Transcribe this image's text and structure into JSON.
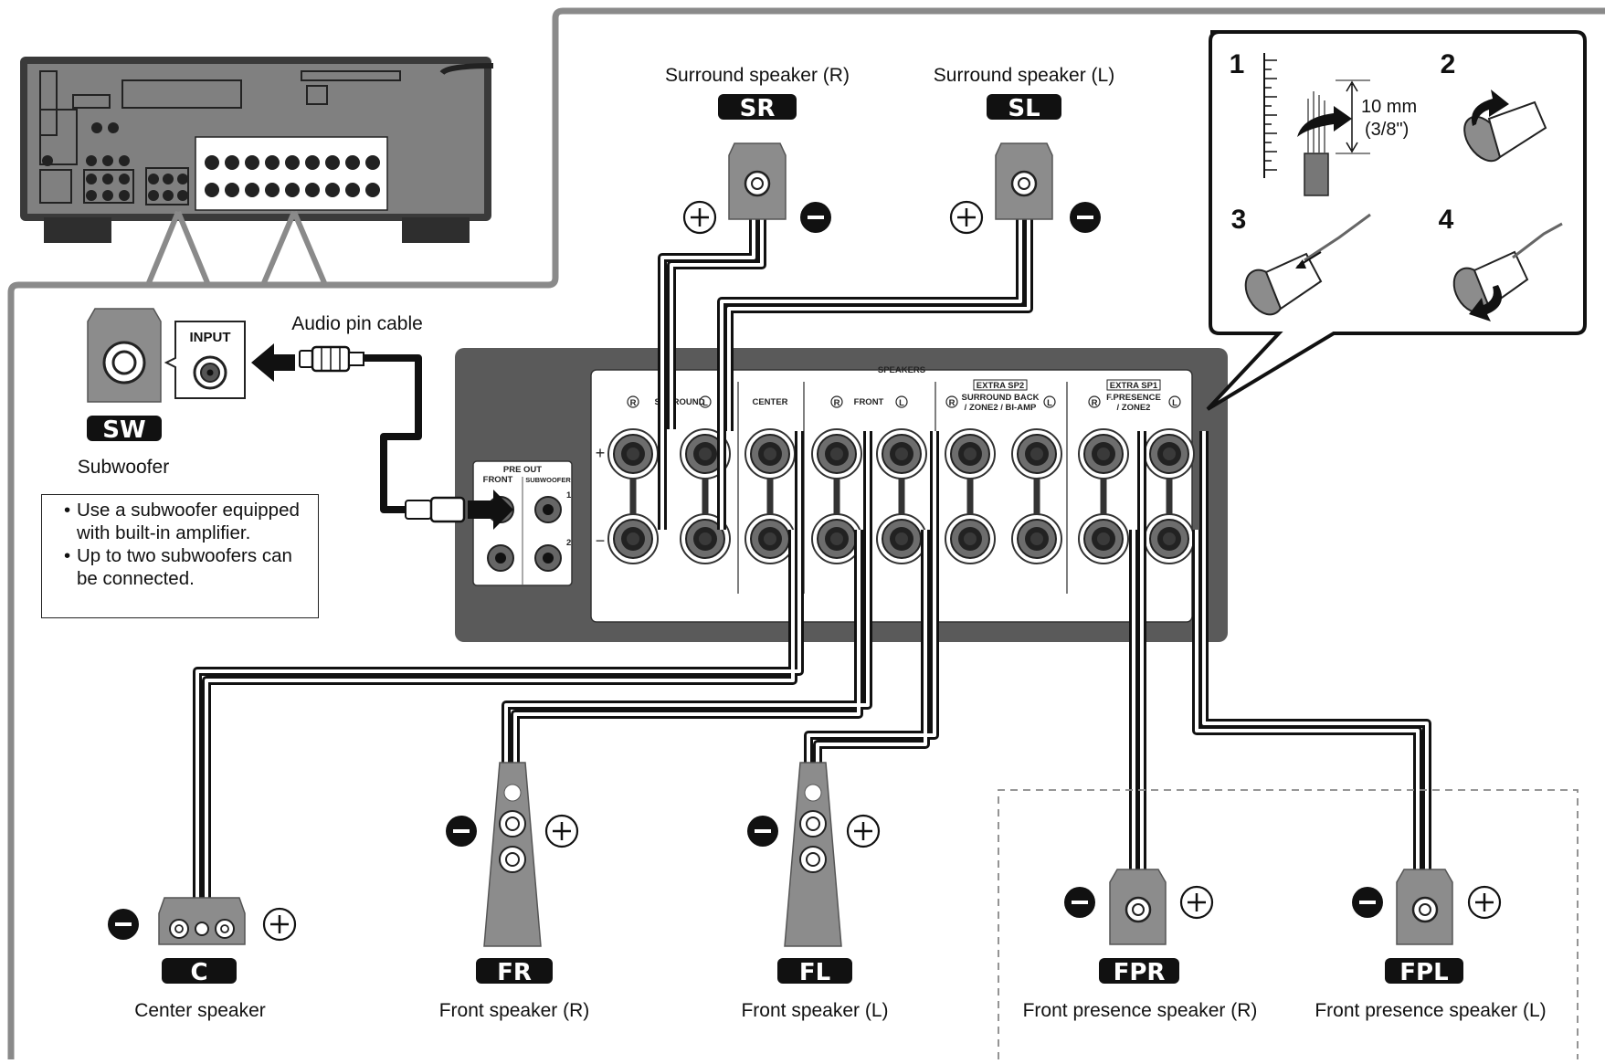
{
  "receiver_panel": {
    "title": "SPEAKERS",
    "groups": {
      "surround": "SURROUND",
      "center": "CENTER",
      "front": "FRONT",
      "extra_sp2": "EXTRA SP2",
      "extra_sp2_sub": "SURROUND BACK",
      "extra_sp2_sub2": "/ ZONE2 / BI-AMP",
      "extra_sp1": "EXTRA SP1",
      "extra_sp1_sub": "F.PRESENCE",
      "extra_sp1_sub2": "/ ZONE2"
    },
    "right_marker": "R",
    "left_marker": "L",
    "plus_marker": "+",
    "minus_marker": "−",
    "pre_out": {
      "title": "PRE OUT",
      "front": "FRONT",
      "subwoofer": "SUBWOOFER",
      "jack1": "1",
      "jack2": "2"
    }
  },
  "subwoofer": {
    "badge": "SW",
    "name": "Subwoofer",
    "input_label": "INPUT",
    "cable_label": "Audio pin cable",
    "notes": [
      "Use a subwoofer equipped with built-in amplifier.",
      "Up to two subwoofers can be connected."
    ]
  },
  "speakers": [
    {
      "id": "sr",
      "badge": "SR",
      "name": "Surround speaker (R)"
    },
    {
      "id": "sl",
      "badge": "SL",
      "name": "Surround speaker (L)"
    },
    {
      "id": "c",
      "badge": "C",
      "name": "Center speaker"
    },
    {
      "id": "fr",
      "badge": "FR",
      "name": "Front speaker (R)"
    },
    {
      "id": "fl",
      "badge": "FL",
      "name": "Front speaker (L)"
    },
    {
      "id": "fpr",
      "badge": "FPR",
      "name": "Front presence speaker (R)"
    },
    {
      "id": "fpl",
      "badge": "FPL",
      "name": "Front presence speaker (L)"
    }
  ],
  "wire_steps": {
    "steps": [
      "1",
      "2",
      "3",
      "4"
    ],
    "strip_length": "10 mm",
    "strip_length_inch": "(3/8\")"
  },
  "polarity": {
    "plus": "+",
    "minus": "−"
  },
  "colors": {
    "panel_dark": "#5a5a5a",
    "receiver_body": "#808080",
    "speaker_gray": "#8c8c8c",
    "badge": "#111111",
    "frame": "#8a8a8a"
  }
}
